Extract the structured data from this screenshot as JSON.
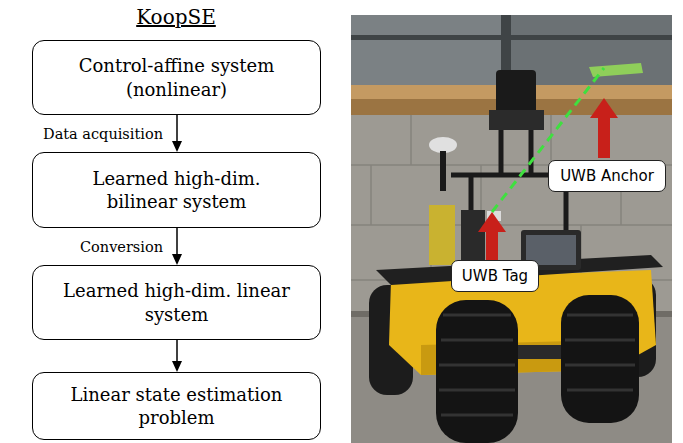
{
  "diagram": {
    "title": "KoopSE",
    "nodes": [
      {
        "text": [
          "Control-affine system (nonlinear)"
        ]
      },
      {
        "text": [
          "Learned high-dim. bilinear system"
        ]
      },
      {
        "text": [
          "Learned high-dim. linear system"
        ]
      },
      {
        "text": [
          "Linear state estimation problem"
        ]
      },
      {
        "text": [
          "UWB Anchor"
        ]
      },
      {
        "text": [
          "UWB Tag"
        ]
      }
    ],
    "edges": [
      {
        "from": 0,
        "to": 1,
        "arrow": "to",
        "label": "Data acquisition"
      },
      {
        "from": 1,
        "to": 2,
        "arrow": "to",
        "label": "Conversion"
      },
      {
        "from": 2,
        "to": 3,
        "arrow": "to"
      }
    ]
  }
}
